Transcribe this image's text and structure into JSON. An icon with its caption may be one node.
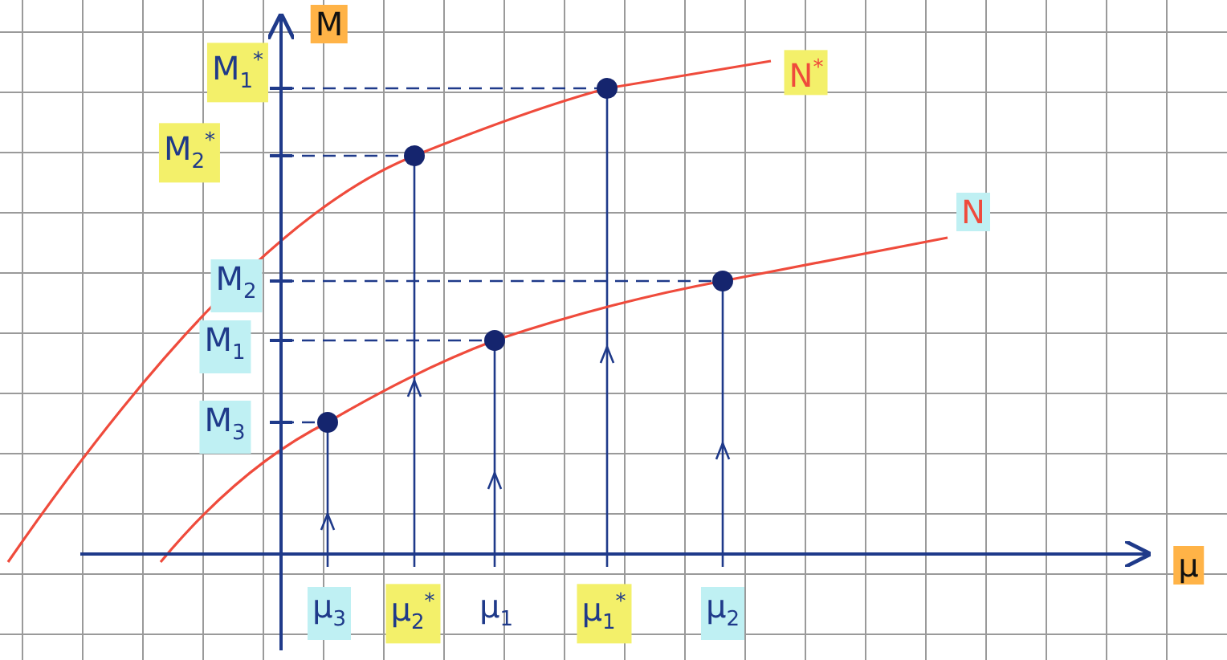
{
  "diagram": {
    "labels": [
      "M",
      "M$_{1}$$^{*}$",
      "N$^{*}$",
      "M$_{2}$$^{*}$",
      "N",
      "M$_{2}$",
      "M$_{1}$",
      "M$_{3}$",
      "μ",
      "μ$_{3}$",
      "μ$_{2}$$^{*}$",
      "μ$_{1}$",
      "μ$_{1}$$^{*}$",
      "μ$_{2}$"
    ]
  }
}
